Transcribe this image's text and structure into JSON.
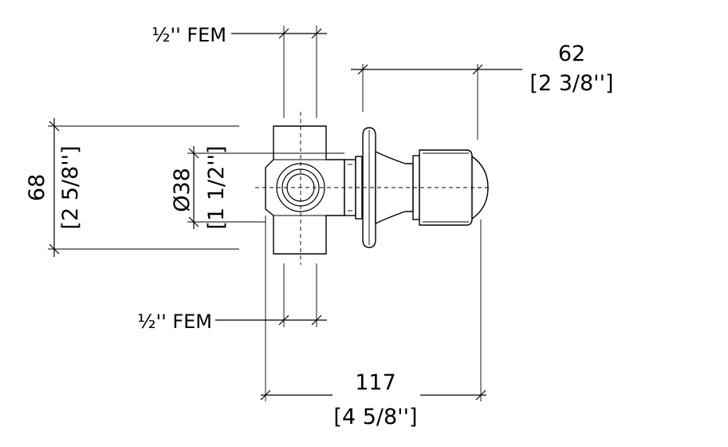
{
  "labels": {
    "fem_top": "½'' FEM",
    "fem_bottom": "½'' FEM",
    "depth_mm": "62",
    "depth_in": "[2 3/8'']",
    "height_mm": "68",
    "height_in": "[2 5/8'']",
    "diameter_mm": "Ø38",
    "diameter_in": "[1 1/2'']",
    "width_mm": "117",
    "width_in": "[4 5/8'']"
  },
  "colors": {
    "line": "#000000",
    "background": "#ffffff"
  }
}
